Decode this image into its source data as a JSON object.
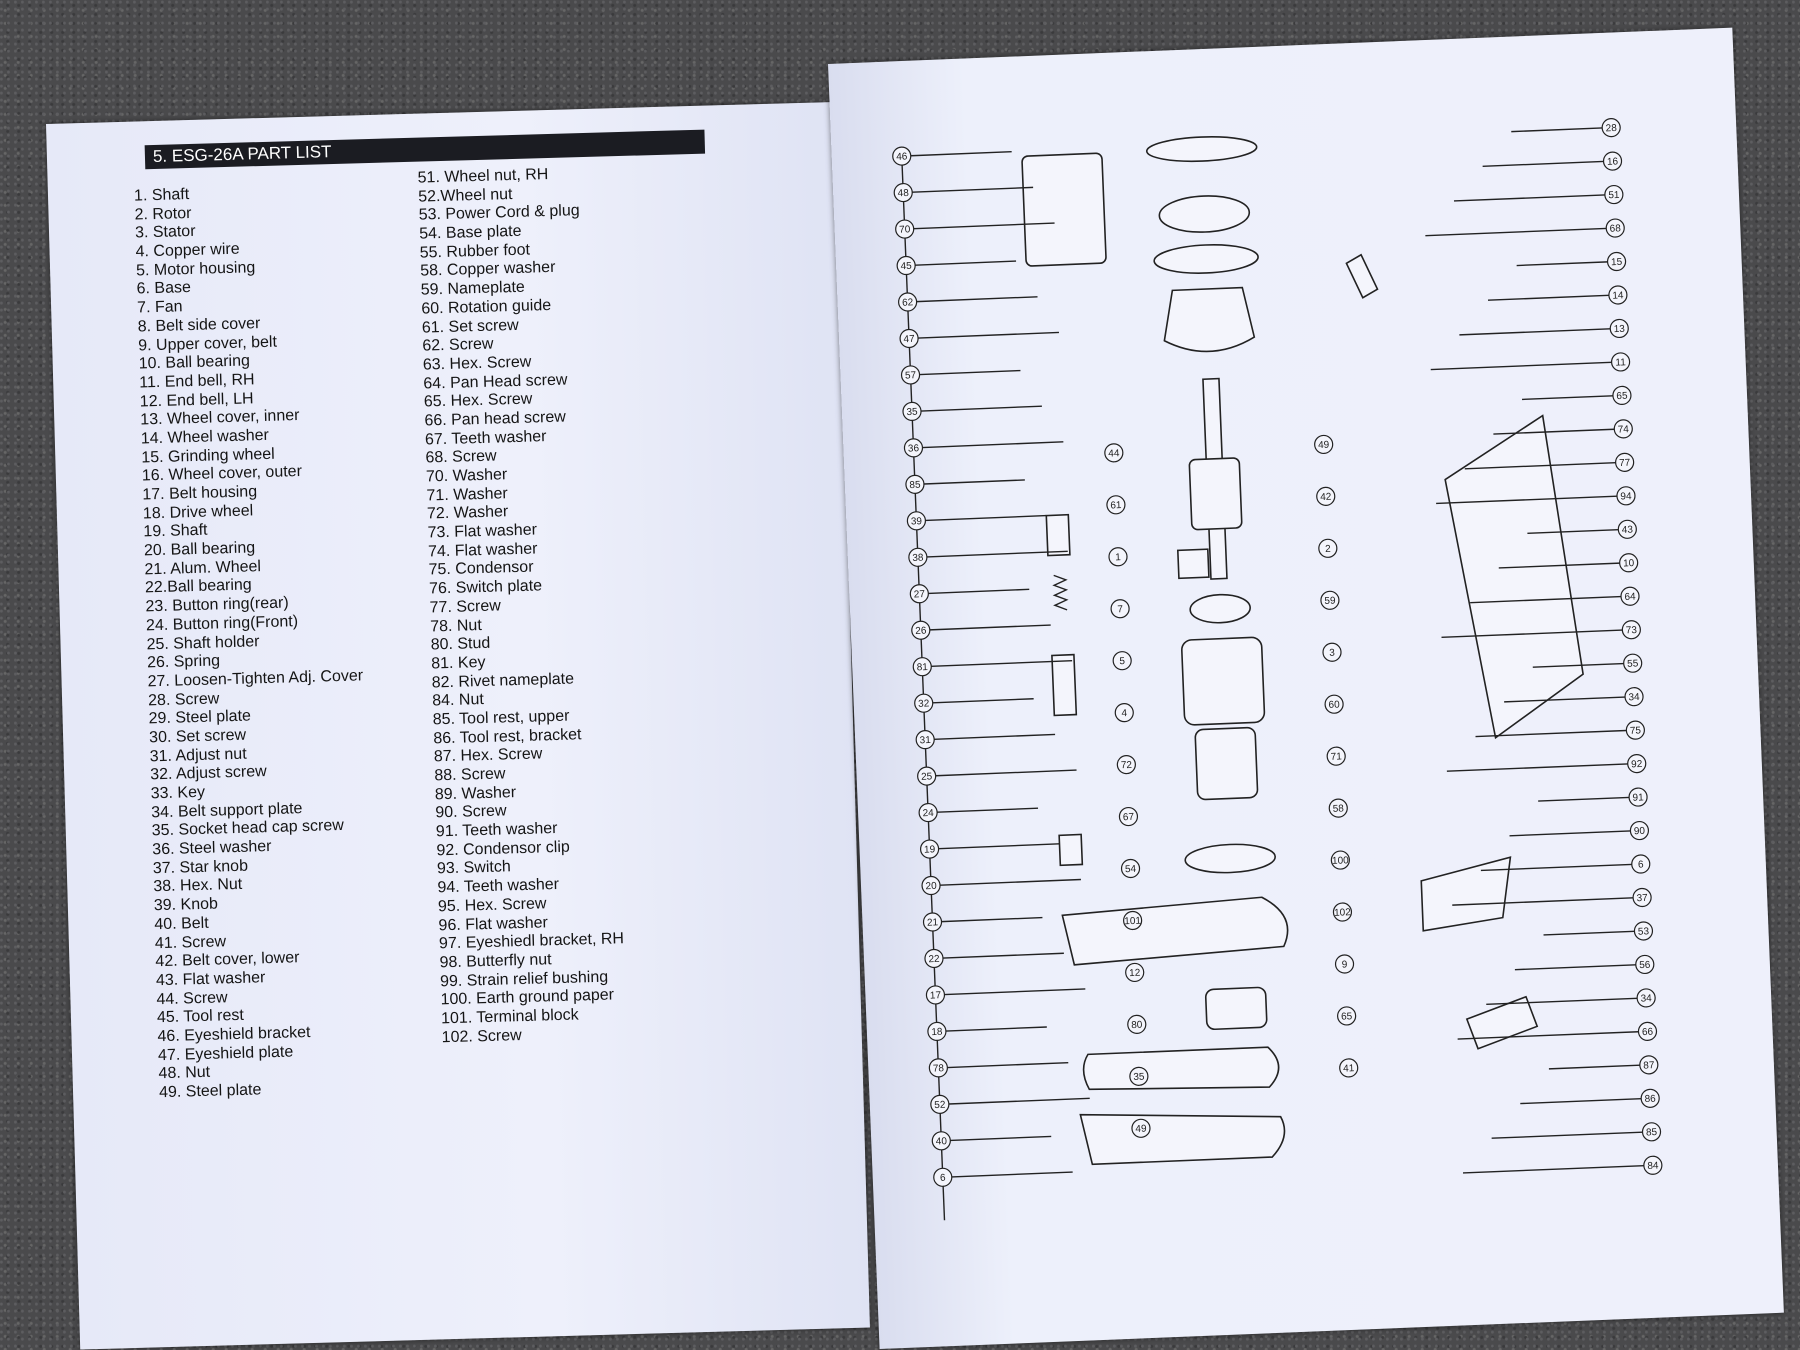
{
  "header": {
    "title": "5.  ESG-26A PART LIST"
  },
  "parts_left": [
    "1. Shaft",
    "2. Rotor",
    "3. Stator",
    "4. Copper wire",
    "5. Motor housing",
    "6. Base",
    "7. Fan",
    "8. Belt side cover",
    "9. Upper cover, belt",
    "10. Ball bearing",
    "11. End bell, RH",
    "12. End bell, LH",
    "13. Wheel cover, inner",
    "14. Wheel washer",
    "15. Grinding wheel",
    "16. Wheel cover, outer",
    "17. Belt housing",
    "18. Drive wheel",
    "19. Shaft",
    "20. Ball bearing",
    "21. Alum. Wheel",
    "22.Ball bearing",
    "23. Button ring(rear)",
    "24. Button ring(Front)",
    "25. Shaft holder",
    "26. Spring",
    "27. Loosen-Tighten Adj. Cover",
    "28. Screw",
    "29. Steel plate",
    "30. Set screw",
    "31. Adjust nut",
    "32. Adjust screw",
    "33. Key",
    "34. Belt support plate",
    "35. Socket head cap screw",
    "36. Steel washer",
    "37. Star knob",
    "38. Hex. Nut",
    "39. Knob",
    "40. Belt",
    "41. Screw",
    "42. Belt cover, lower",
    "43. Flat washer",
    "44. Screw",
    "45. Tool rest",
    "46. Eyeshield bracket",
    "47. Eyeshield plate",
    "48. Nut",
    "49. Steel plate"
  ],
  "parts_right": [
    "51. Wheel nut, RH",
    "52.Wheel nut",
    "53. Power Cord & plug",
    "54. Base plate",
    "55. Rubber foot",
    "58. Copper washer",
    "59. Nameplate",
    "60. Rotation guide",
    "61. Set screw",
    "62. Screw",
    "63. Hex. Screw",
    "64. Pan Head screw",
    "65. Hex. Screw",
    "66. Pan head screw",
    "67. Teeth washer",
    "68. Screw",
    "70. Washer",
    "71. Washer",
    "72. Washer",
    "73. Flat washer",
    "74. Flat washer",
    "75. Condensor",
    "76. Switch plate",
    "77. Screw",
    "78. Nut",
    "80. Stud",
    "81. Key",
    "82. Rivet nameplate",
    "84. Nut",
    "85. Tool rest, upper",
    "86. Tool rest, bracket",
    "87. Hex. Screw",
    "88. Screw",
    "89. Washer",
    "90. Screw",
    "91. Teeth washer",
    "92. Condensor clip",
    "93. Switch",
    "94. Teeth washer",
    "95. Hex. Screw",
    "96. Flat washer",
    "97. Eyeshiedl bracket, RH",
    "98. Butterfly nut",
    "99. Strain relief bushing",
    "100. Earth ground paper",
    "101. Terminal block",
    "102. Screw"
  ],
  "diagram": {
    "left_callouts": [
      "46",
      "48",
      "70",
      "45",
      "62",
      "47",
      "57",
      "35",
      "36",
      "85",
      "39",
      "38",
      "27",
      "26",
      "81",
      "32",
      "31",
      "25",
      "24",
      "19",
      "20",
      "21",
      "22",
      "17",
      "18",
      "78",
      "52",
      "40",
      "6"
    ],
    "right_callouts": [
      "28",
      "16",
      "51",
      "68",
      "15",
      "14",
      "13",
      "11",
      "65",
      "74",
      "77",
      "94",
      "43",
      "10",
      "64",
      "73",
      "55",
      "34",
      "75",
      "92",
      "91",
      "90",
      "6",
      "37",
      "53",
      "56",
      "34",
      "66",
      "87",
      "86",
      "85",
      "84"
    ],
    "middle_callouts": [
      "44",
      "49",
      "61",
      "42",
      "1",
      "2",
      "7",
      "59",
      "5",
      "3",
      "4",
      "60",
      "72",
      "71",
      "67",
      "58",
      "54",
      "100",
      "101",
      "102",
      "12",
      "9",
      "80",
      "65",
      "35",
      "41",
      "49"
    ]
  }
}
